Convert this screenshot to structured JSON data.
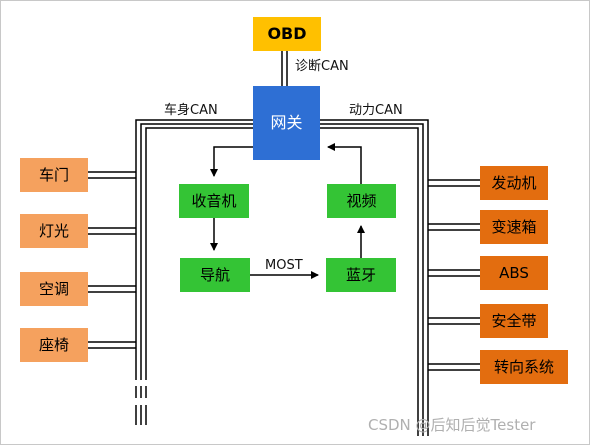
{
  "colors": {
    "obd": "#ffc000",
    "gateway": "#2e6fd4",
    "multimedia": "#34c435",
    "body_nodes": "#f5a15e",
    "powertrain_nodes": "#e36d0f"
  },
  "obd": "OBD",
  "gateway": "网关",
  "bus_labels": {
    "diagnostic": "诊断CAN",
    "body": "车身CAN",
    "powertrain": "动力CAN",
    "most": "MOST"
  },
  "multimedia": {
    "radio": "收音机",
    "navigation": "导航",
    "video": "视频",
    "bluetooth": "蓝牙"
  },
  "body_nodes": [
    "车门",
    "灯光",
    "空调",
    "座椅"
  ],
  "powertrain_nodes": [
    "发动机",
    "变速箱",
    "ABS",
    "安全带",
    "转向系统"
  ],
  "watermark": "CSDN @后知后觉Tester"
}
